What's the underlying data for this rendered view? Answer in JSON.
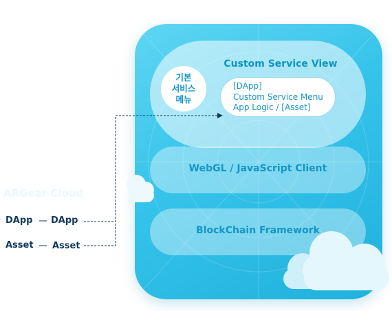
{
  "diagram": {
    "layers": {
      "top": {
        "title": "Custom Service View",
        "basic_menu": "기본\n서비스\n메뉴",
        "dapp_lines": [
          "[DApp]",
          "Custom Service Menu",
          "App Logic / [Asset]"
        ]
      },
      "middle": {
        "title": "WebGL / JavaScript Client"
      },
      "bottom": {
        "title": "BlockChain Framework"
      }
    },
    "cloud_label": "ARGear Cloud",
    "mappings": [
      {
        "from": "DApp",
        "to": "DApp"
      },
      {
        "from": "Asset",
        "to": "Asset"
      }
    ]
  }
}
